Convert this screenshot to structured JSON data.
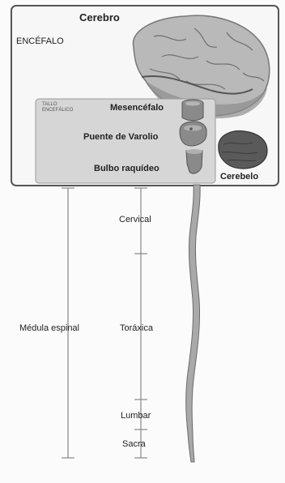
{
  "diagram": {
    "encephalon_label": "ENCÉFALO",
    "cerebrum_label": "Cerebro",
    "brainstem_label_line1": "TALLO",
    "brainstem_label_line2": "ENCEFÁLICO",
    "midbrain_label": "Mesencéfalo",
    "pons_label": "Puente de Varolio",
    "medulla_label": "Bulbo raquídeo",
    "cerebellum_label": "Cerebelo",
    "spinal_cord_label": "Médula espinal",
    "cervical_label": "Cervical",
    "thoracic_label": "Toráxica",
    "lumbar_label": "Lumbar",
    "sacral_label": "Sacra"
  },
  "colors": {
    "panel_border": "#555555",
    "brain_fill": "#b9b9b9",
    "brain_shadow": "#8d8d8d",
    "cerebellum_fill": "#5a5a5a",
    "stem_panel": "#d6d6d6",
    "cord_fill": "#a9a9a9",
    "line": "#888888"
  }
}
